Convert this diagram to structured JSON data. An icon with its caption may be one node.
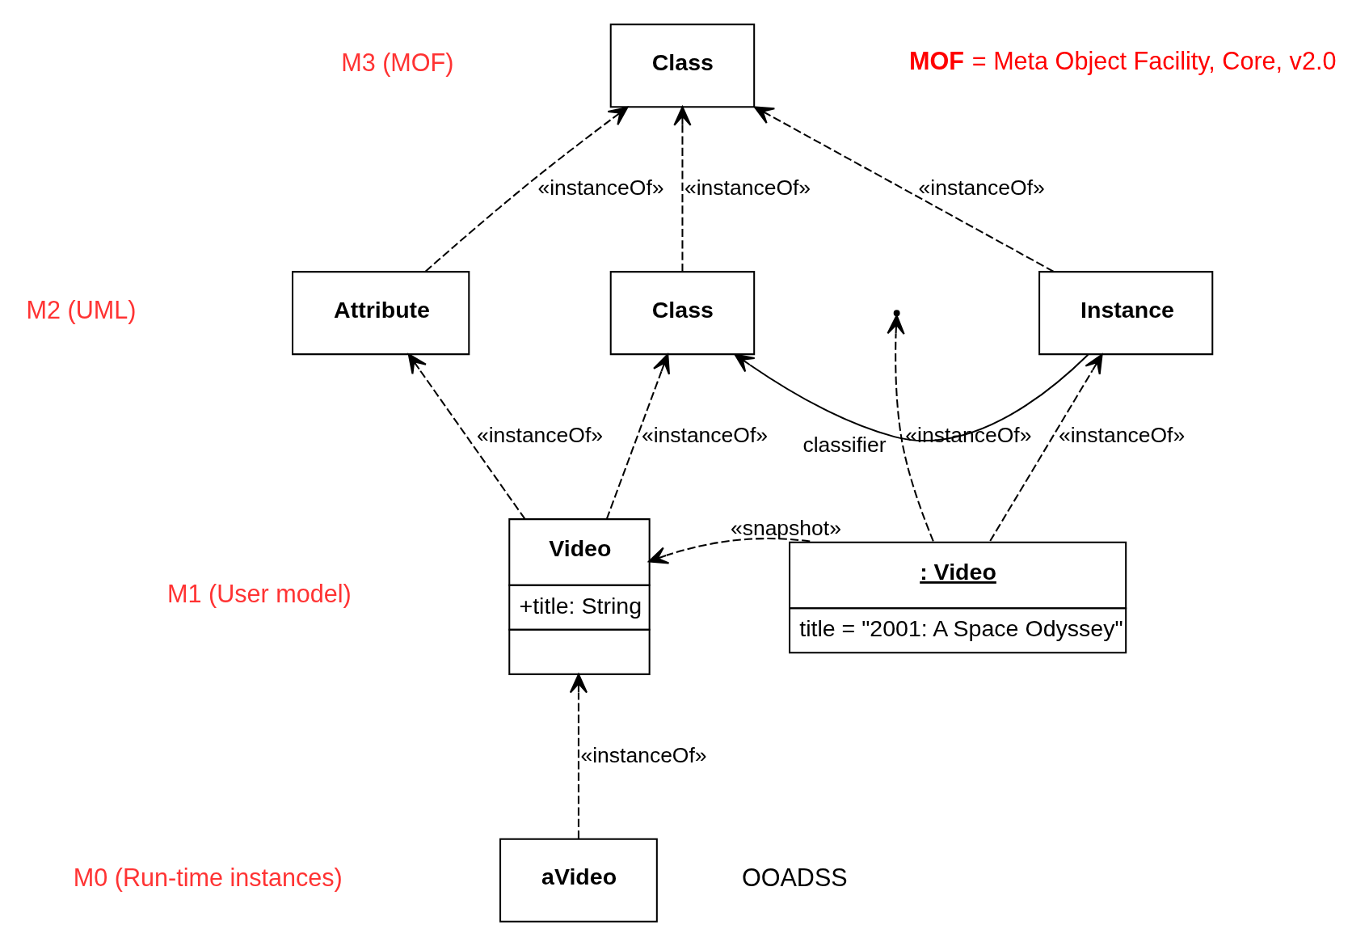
{
  "diagram": {
    "nodes": [
      {
        "text": [
          "Class"
        ]
      },
      {
        "text": [
          "Attribute"
        ]
      },
      {
        "text": [
          "Class"
        ]
      },
      {
        "text": [
          "Instance"
        ]
      },
      {
        "text": [
          "Video",
          "+title: String"
        ]
      },
      {
        "text": [
          ": Video",
          "title = \"2001: A Space Odyssey\""
        ]
      },
      {
        "text": [
          "aVideo"
        ]
      }
    ],
    "edges": [
      {
        "from": 1,
        "to": 0,
        "arrow": "to",
        "label": "«instanceOf»",
        "style": "dashed"
      },
      {
        "from": 2,
        "to": 0,
        "arrow": "to",
        "label": "«instanceOf»",
        "style": "dashed"
      },
      {
        "from": 3,
        "to": 0,
        "arrow": "to",
        "label": "«instanceOf»",
        "style": "dashed"
      },
      {
        "from": 3,
        "to": 2,
        "arrow": "to",
        "label": "classifier"
      },
      {
        "from": 4,
        "to": 1,
        "arrow": "to",
        "label": "«instanceOf»",
        "style": "dashed"
      },
      {
        "from": 4,
        "to": 2,
        "arrow": "to",
        "label": "«instanceOf»",
        "style": "dashed"
      },
      {
        "from": 5,
        "to": null,
        "arrow": "to",
        "label": "«instanceOf»",
        "style": "dashed"
      },
      {
        "from": 5,
        "to": 3,
        "arrow": "to",
        "label": "«instanceOf»",
        "style": "dashed"
      },
      {
        "from": 5,
        "to": 4,
        "arrow": "to",
        "label": "«snapshot»",
        "style": "dashed"
      },
      {
        "from": 6,
        "to": 4,
        "arrow": "to",
        "label": "«instanceOf»",
        "style": "dashed"
      }
    ],
    "labels": [
      "M3 (MOF)",
      "**MOF** = Meta Object Facility, Core, v2.0",
      "M2 (UML)",
      "M1 (User model)",
      "M0 (Run-time instances)",
      "OOADSS"
    ]
  }
}
